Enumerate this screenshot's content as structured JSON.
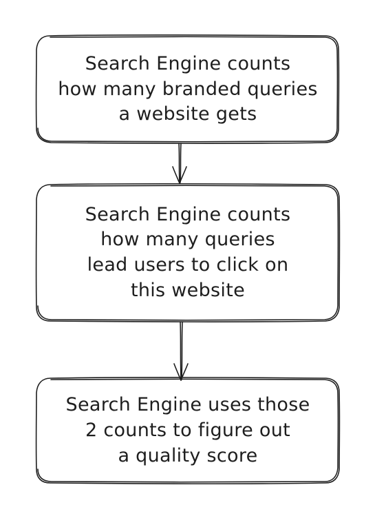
{
  "diagram": {
    "steps": [
      {
        "lines": [
          "Search Engine counts",
          "how many branded queries",
          "a website gets"
        ]
      },
      {
        "lines": [
          "Search Engine counts",
          "how many queries",
          "lead users to click on",
          "this website"
        ]
      },
      {
        "lines": [
          "Search Engine uses those",
          "2 counts to figure out",
          "a quality score"
        ]
      }
    ],
    "colors": {
      "stroke": "#1e1e1e",
      "background": "#ffffff"
    }
  }
}
